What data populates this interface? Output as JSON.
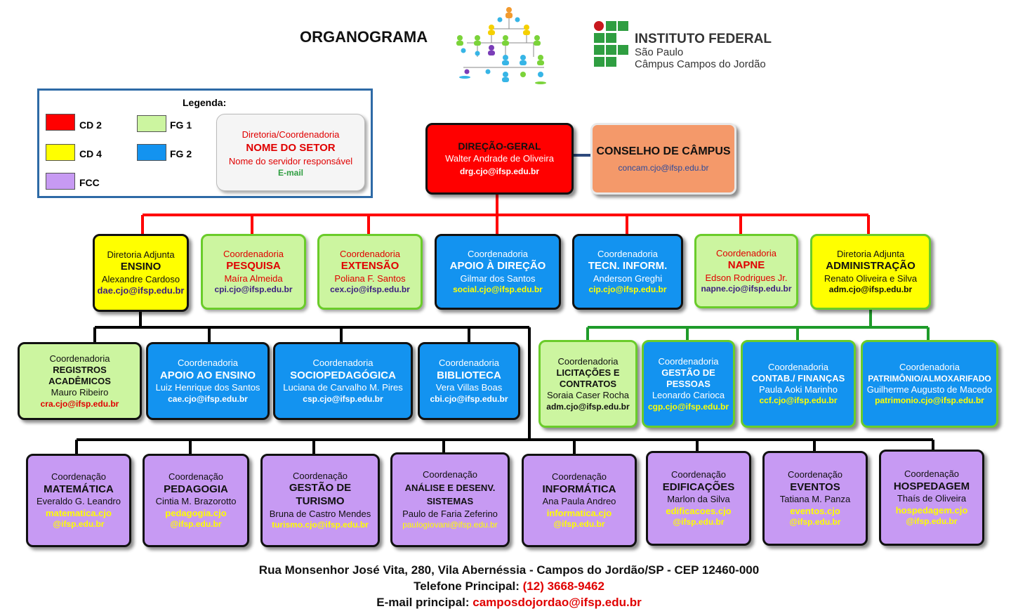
{
  "header": {
    "title": "ORGANOGRAMA",
    "institute_name": "INSTITUTO FEDERAL",
    "institute_state": "São Paulo",
    "institute_campus": "Câmpus Campos do Jordão"
  },
  "legend": {
    "title": "Legenda:",
    "items": [
      "CD 2",
      "CD 4",
      "FCC",
      "FG 1",
      "FG 2"
    ],
    "colors": {
      "cd2": "#ff0000",
      "cd4": "#ffff00",
      "fcc": "#c79af3",
      "fg1": "#ccf5a0",
      "fg2": "#1393f0"
    },
    "sample": {
      "kind": "Diretoria/Coordenadoria",
      "name": "NOME DO SETOR",
      "person": "Nome do servidor responsável",
      "email": "E-mail"
    }
  },
  "top": {
    "dg": {
      "kind": "DIREÇÃO-GERAL",
      "person": "Walter Andrade de Oliveira",
      "email": "drg.cjo@ifsp.edu.br"
    },
    "cc": {
      "name": "CONSELHO DE CÂMPUS",
      "email": "concam.cjo@ifsp.edu.br"
    }
  },
  "level1": [
    {
      "kind": "Diretoria Adjunta",
      "name": "ENSINO",
      "person": "Alexandre Cardoso",
      "email": "dae.cjo@ifsp.edu.br"
    },
    {
      "kind": "Coordenadoria",
      "name": "PESQUISA",
      "person": "Maíra Almeida",
      "email": "cpi.cjo@ifsp.edu.br"
    },
    {
      "kind": "Coordenadoria",
      "name": "EXTENSÃO",
      "person": "Poliana F. Santos",
      "email": "cex.cjo@ifsp.edu.br"
    },
    {
      "kind": "Coordenadoria",
      "name": "APOIO À DIREÇÃO",
      "person": "Gilmar dos Santos",
      "email": "social.cjo@ifsp.edu.br"
    },
    {
      "kind": "Coordenadoria",
      "name": "TECN. INFORM.",
      "person": "Anderson Greghi",
      "email": "cip.cjo@ifsp.edu.br"
    },
    {
      "kind": "Coordenadoria",
      "name": "NAPNE",
      "person": "Edson Rodrigues Jr.",
      "email": "napne.cjo@ifsp.edu.br"
    },
    {
      "kind": "Diretoria Adjunta",
      "name": "ADMINISTRAÇÃO",
      "person": "Renato Oliveira e Silva",
      "email": "adm.cjo@ifsp.edu.br"
    }
  ],
  "ensino": [
    {
      "kind": "Coordenadoria",
      "name": "REGISTROS ACADÊMICOS",
      "person": "Mauro Ribeiro",
      "email": "cra.cjo@ifsp.edu.br"
    },
    {
      "kind": "Coordenadoria",
      "name": "APOIO AO ENSINO",
      "person": "Luiz Henrique dos Santos",
      "email": "cae.cjo@ifsp.edu.br"
    },
    {
      "kind": "Coordenadoria",
      "name": "SOCIOPEDAGÓGICA",
      "person": "Luciana de Carvalho M. Pires",
      "email": "csp.cjo@ifsp.edu.br"
    },
    {
      "kind": "Coordenadoria",
      "name": "BIBLIOTECA",
      "person": "Vera Villas Boas",
      "email": "cbi.cjo@ifsp.edu.br"
    }
  ],
  "admin": [
    {
      "kind": "Coordenadoria",
      "name": "LICITAÇÕES E CONTRATOS",
      "person": "Soraia Caser Rocha",
      "email": "adm.cjo@ifsp.edu.br"
    },
    {
      "kind": "Coordenadoria",
      "name": "GESTÃO DE PESSOAS",
      "person": "Leonardo Carioca",
      "email": "cgp.cjo@ifsp.edu.br"
    },
    {
      "kind": "Coordenadoria",
      "name": "CONTAB./ FINANÇAS",
      "person": "Paula Aoki Marinho",
      "email": "ccf.cjo@ifsp.edu.br"
    },
    {
      "kind": "Coordenadoria",
      "name": "PATRIMÔNIO/ALMOXARIFADO",
      "person": "Guilherme Augusto de Macedo",
      "email": "patrimonio.cjo@ifsp.edu.br"
    }
  ],
  "courses": [
    {
      "kind": "Coordenação",
      "name": "MATEMÁTICA",
      "person": "Everaldo G. Leandro",
      "email1": "matematica.cjo",
      "email2": "@ifsp.edu.br"
    },
    {
      "kind": "Coordenação",
      "name": "PEDAGOGIA",
      "person": "Cintia M. Brazorotto",
      "email1": "pedagogia.cjo",
      "email2": "@ifsp.edu.br"
    },
    {
      "kind": "Coordenação",
      "name": "GESTÃO DE TURISMO",
      "person": "Bruna de Castro Mendes",
      "email1": "turismo.cjo@ifsp.edu.br",
      "email2": ""
    },
    {
      "kind": "Coordenação",
      "name": "ANÁLISE E DESENV. SISTEMAS",
      "person": "Paulo de Faria Zeferino",
      "email1": "paulogiovani@ifsp.edu.br",
      "email2": ""
    },
    {
      "kind": "Coordenação",
      "name": "INFORMÁTICA",
      "person": "Ana Paula Andreo",
      "email1": "informatica.cjo",
      "email2": "@ifsp.edu.br"
    },
    {
      "kind": "Coordenação",
      "name": "EDIFICAÇÕES",
      "person": "Marlon da Silva",
      "email1": "edificacoes.cjo",
      "email2": "@ifsp.edu.br"
    },
    {
      "kind": "Coordenação",
      "name": "EVENTOS",
      "person": "Tatiana M. Panza",
      "email1": "eventos.cjo",
      "email2": "@ifsp.edu.br"
    },
    {
      "kind": "Coordenação",
      "name": "HOSPEDAGEM",
      "person": "Thaís de Oliveira",
      "email1": "hospedagem.cjo",
      "email2": "@ifsp.edu.br"
    }
  ],
  "footer": {
    "address": "Rua Monsenhor José Vita, 280, Vila Abernéssia - Campos do Jordão/SP - CEP 12460-000",
    "phone_label": "Telefone Principal: ",
    "phone": "(12) 3668-9462",
    "email_label": "E-mail principal: ",
    "email": "camposdojordao@ifsp.edu.br"
  }
}
